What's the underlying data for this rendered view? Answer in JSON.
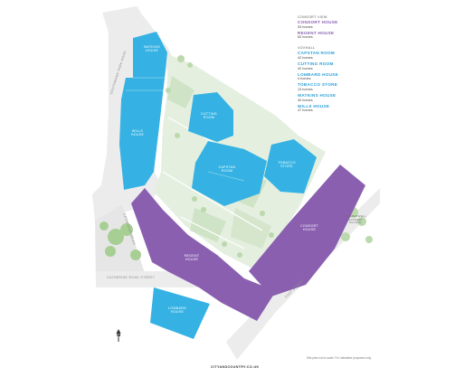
{
  "legend": {
    "group1": "CONSORT VIEW",
    "consort": {
      "name": "CONSORT HOUSE",
      "homes": "53 homes"
    },
    "regent": {
      "name": "REGENT HOUSE",
      "homes": "60 homes"
    },
    "group2": "VOXHALL",
    "capstan": {
      "name": "CAPSTAN ROOM",
      "homes": "42 homes"
    },
    "cutting": {
      "name": "CUTTING ROOM",
      "homes": "42 homes"
    },
    "lombard": {
      "name": "LOMBARD HOUSE",
      "homes": "4 homes"
    },
    "tobacco": {
      "name": "TOBACCO STORE",
      "homes": "13 homes"
    },
    "watkins": {
      "name": "WATKINS HOUSE",
      "homes": "30 homes"
    },
    "wills": {
      "name": "WILLS HOUSE",
      "homes": "47 homes"
    }
  },
  "buildings": {
    "watkins": "WATKINS HOUSE",
    "wills": "WILLS HOUSE",
    "cutting": "CUTTING ROOM",
    "capstan": "CAPSTAN ROOM",
    "tobacco": "TOBACCO STORE",
    "consort": "CONSORT HOUSE",
    "regent": "REGENT HOUSE",
    "lombard": "LOMBARD HOUSE"
  },
  "streets": {
    "southwark_park": "SOUTHWARK PARK ROAD",
    "catherine_mews": "CATHERINE MEWS",
    "catherine_road": "CATHERINE ROAD STREET",
    "east_street": "EAST STREET",
    "nursery": "CAMBERWELL NURSERY SCHOOL"
  },
  "north_label": "N",
  "note": "Site plan not to scale. For indicative purposes only.",
  "website": "CITYANDCOUNTRY.CO.UK",
  "colors": {
    "purple": "#8a5fb0",
    "blue": "#35b2e3",
    "grey": "#e9e9e9",
    "green": "#dce9d6",
    "tree": "#a7cf93"
  }
}
